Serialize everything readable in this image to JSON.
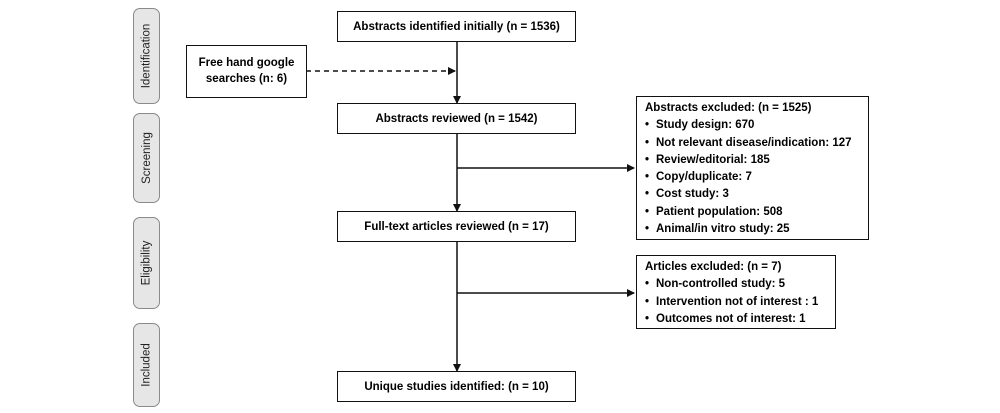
{
  "stages": [
    {
      "id": "identification",
      "label": "Identification"
    },
    {
      "id": "screening",
      "label": "Screening"
    },
    {
      "id": "eligibility",
      "label": "Eligibility"
    },
    {
      "id": "included",
      "label": "Included"
    }
  ],
  "boxes": {
    "identified": "Abstracts identified initially (n = 1536)",
    "google": "Free hand google searches (n: 6)",
    "reviewed": "Abstracts reviewed (n = 1542)",
    "fulltext": "Full-text articles reviewed  (n = 17)",
    "unique": "Unique studies identified: (n = 10)"
  },
  "excluded_abstracts": {
    "title": "Abstracts excluded: (n = 1525)",
    "items": [
      "Study design: 670",
      "Not relevant disease/indication: 127",
      "Review/editorial: 185",
      "Copy/duplicate: 7",
      "Cost study: 3",
      "Patient population: 508",
      "Animal/in vitro study: 25"
    ]
  },
  "excluded_articles": {
    "title": "Articles excluded: (n = 7)",
    "items": [
      "Non-controlled study: 5",
      "Intervention not of interest : 1",
      "Outcomes not of interest: 1"
    ]
  }
}
